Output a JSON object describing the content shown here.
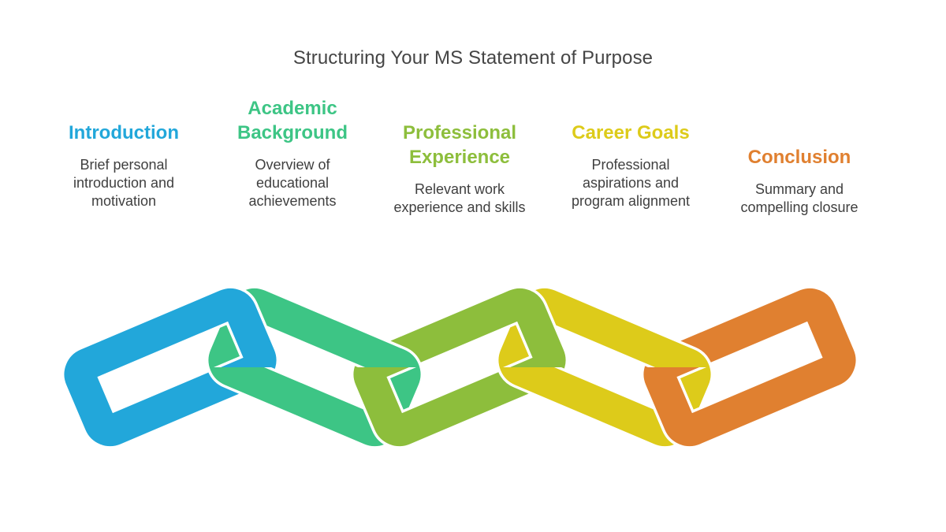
{
  "title": "Structuring Your MS Statement of Purpose",
  "steps": [
    {
      "heading": [
        "Introduction"
      ],
      "description": [
        "Brief personal",
        "introduction and",
        "motivation"
      ],
      "color": "#22A7DA"
    },
    {
      "heading": [
        "Academic",
        "Background"
      ],
      "description": [
        "Overview of",
        "educational",
        "achievements"
      ],
      "color": "#3DC585"
    },
    {
      "heading": [
        "Professional",
        "Experience"
      ],
      "description": [
        "Relevant work",
        "experience and skills"
      ],
      "color": "#8DBE3C"
    },
    {
      "heading": [
        "Career Goals"
      ],
      "description": [
        "Professional",
        "aspirations and",
        "program alignment"
      ],
      "color": "#DDCB1A"
    },
    {
      "heading": [
        "Conclusion"
      ],
      "description": [
        "Summary and",
        "compelling closure"
      ],
      "color": "#E08030"
    }
  ],
  "chain_icon": "interlocking-chain-links"
}
